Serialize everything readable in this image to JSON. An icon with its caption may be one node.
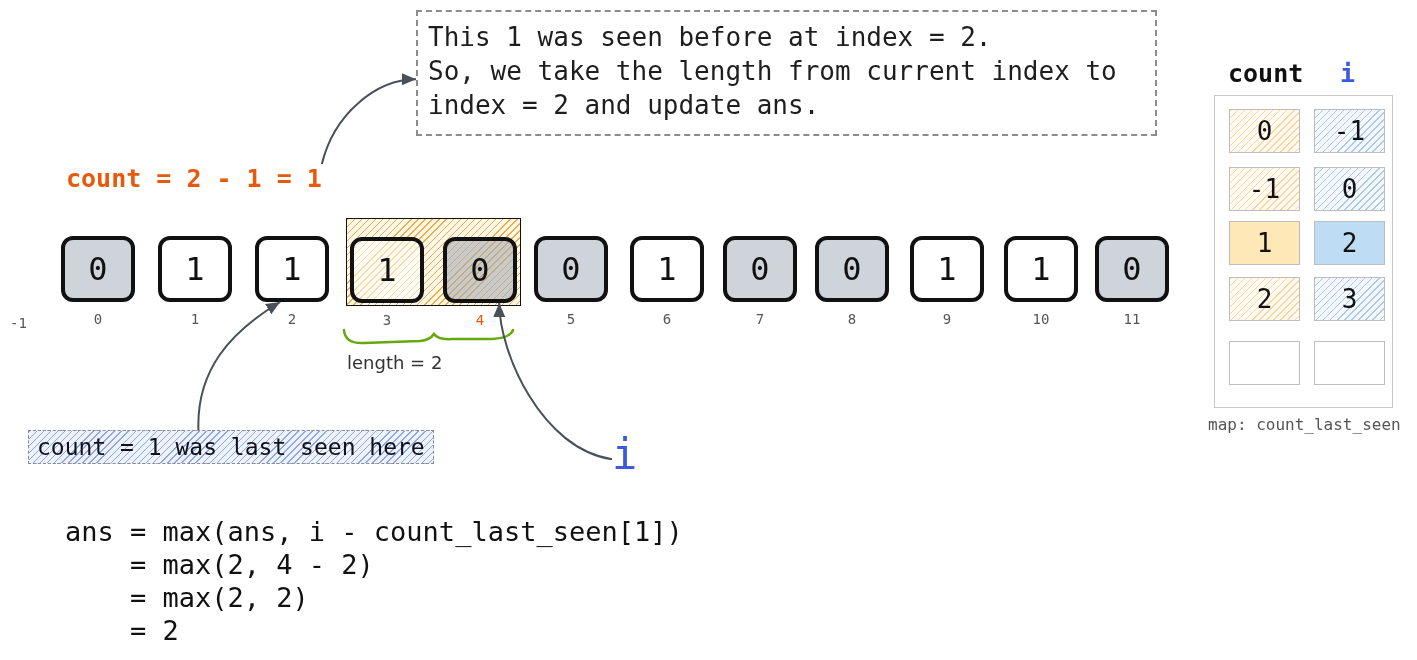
{
  "diagram": {
    "nodes": [
      {
        "text": [
          "This 1 was seen before at index = 2.",
          "So, we take the length from current index to index = 2 and update ans."
        ]
      },
      {
        "text": [
          "count = 2 - 1 = 1"
        ]
      },
      {
        "text": [
          "0"
        ],
        "beside": [
          "0"
        ]
      },
      {
        "text": [
          "1"
        ],
        "beside": [
          "1"
        ]
      },
      {
        "text": [
          "1"
        ],
        "beside": [
          "2"
        ]
      },
      {
        "text": [],
        "shape": "box",
        "beside": [
          "length = 2"
        ]
      },
      {
        "text": [
          "1"
        ],
        "beside": [
          "3"
        ],
        "in": 5
      },
      {
        "text": [
          "0"
        ],
        "beside": [
          "4"
        ],
        "in": 5
      },
      {
        "text": [
          "0"
        ],
        "beside": [
          "5"
        ]
      },
      {
        "text": [
          "1"
        ],
        "beside": [
          "6"
        ]
      },
      {
        "text": [
          "0"
        ],
        "beside": [
          "7"
        ]
      },
      {
        "text": [
          "0"
        ],
        "beside": [
          "8"
        ]
      },
      {
        "text": [
          "1"
        ],
        "beside": [
          "9"
        ]
      },
      {
        "text": [
          "1"
        ],
        "beside": [
          "10"
        ]
      },
      {
        "text": [
          "0"
        ],
        "beside": [
          "11"
        ]
      },
      {
        "text": [
          "count = 1 was last seen here"
        ]
      },
      {
        "text": [
          "i"
        ]
      },
      {
        "text": [
          "count",
          "i"
        ],
        "beside": [
          "map: count_last_seen"
        ]
      },
      {
        "text": [
          "0"
        ],
        "in": 17
      },
      {
        "text": [
          "-1"
        ],
        "in": 17
      },
      {
        "text": [
          "-1"
        ],
        "in": 17
      },
      {
        "text": [
          "0"
        ],
        "in": 17
      },
      {
        "text": [
          "1"
        ],
        "in": 17
      },
      {
        "text": [
          "2"
        ],
        "in": 17
      },
      {
        "text": [
          "2"
        ],
        "in": 17
      },
      {
        "text": [
          "3"
        ],
        "in": 17
      },
      {
        "text": [],
        "shape": "box",
        "in": 17
      },
      {
        "text": [],
        "shape": "box",
        "in": 17
      }
    ],
    "edges": [
      {
        "from": 1,
        "to": 0,
        "arrow": "to"
      },
      {
        "from": 15,
        "to": 4,
        "arrow": "to"
      },
      {
        "from": 16,
        "to": 7,
        "arrow": "to"
      }
    ],
    "labels": [
      "-1",
      "ans = max(ans, i - count_last_seen[1])",
      "= max(2, 4 - 2)",
      "= max(2, 2)",
      "= 2"
    ]
  }
}
